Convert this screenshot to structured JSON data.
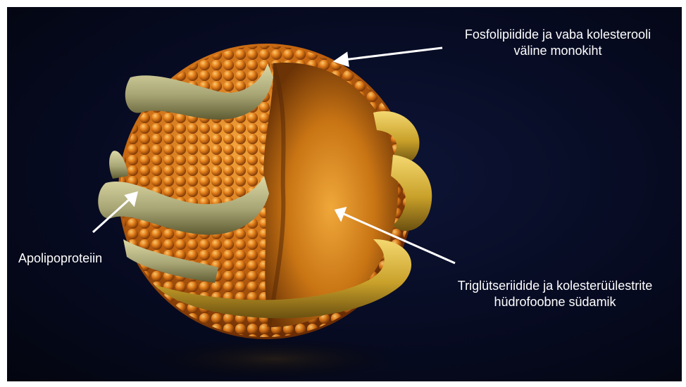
{
  "labels": {
    "top": {
      "line1": "Fosfolipiidide ja vaba kolesterooli",
      "line2": "väline monokiht"
    },
    "left": {
      "line1": "Apolipoproteiin"
    },
    "bottom": {
      "line1": "Triglütseriidide ja kolesterüülestrite",
      "line2": "hüdrofoobne südamik"
    }
  },
  "colors": {
    "background": "#070b22",
    "arrow": "#ffffff",
    "label_text": "#ffffff",
    "phospholipid": "#e0821a",
    "core": "#d98a1e",
    "apolipoprotein": "#b8b58a"
  }
}
